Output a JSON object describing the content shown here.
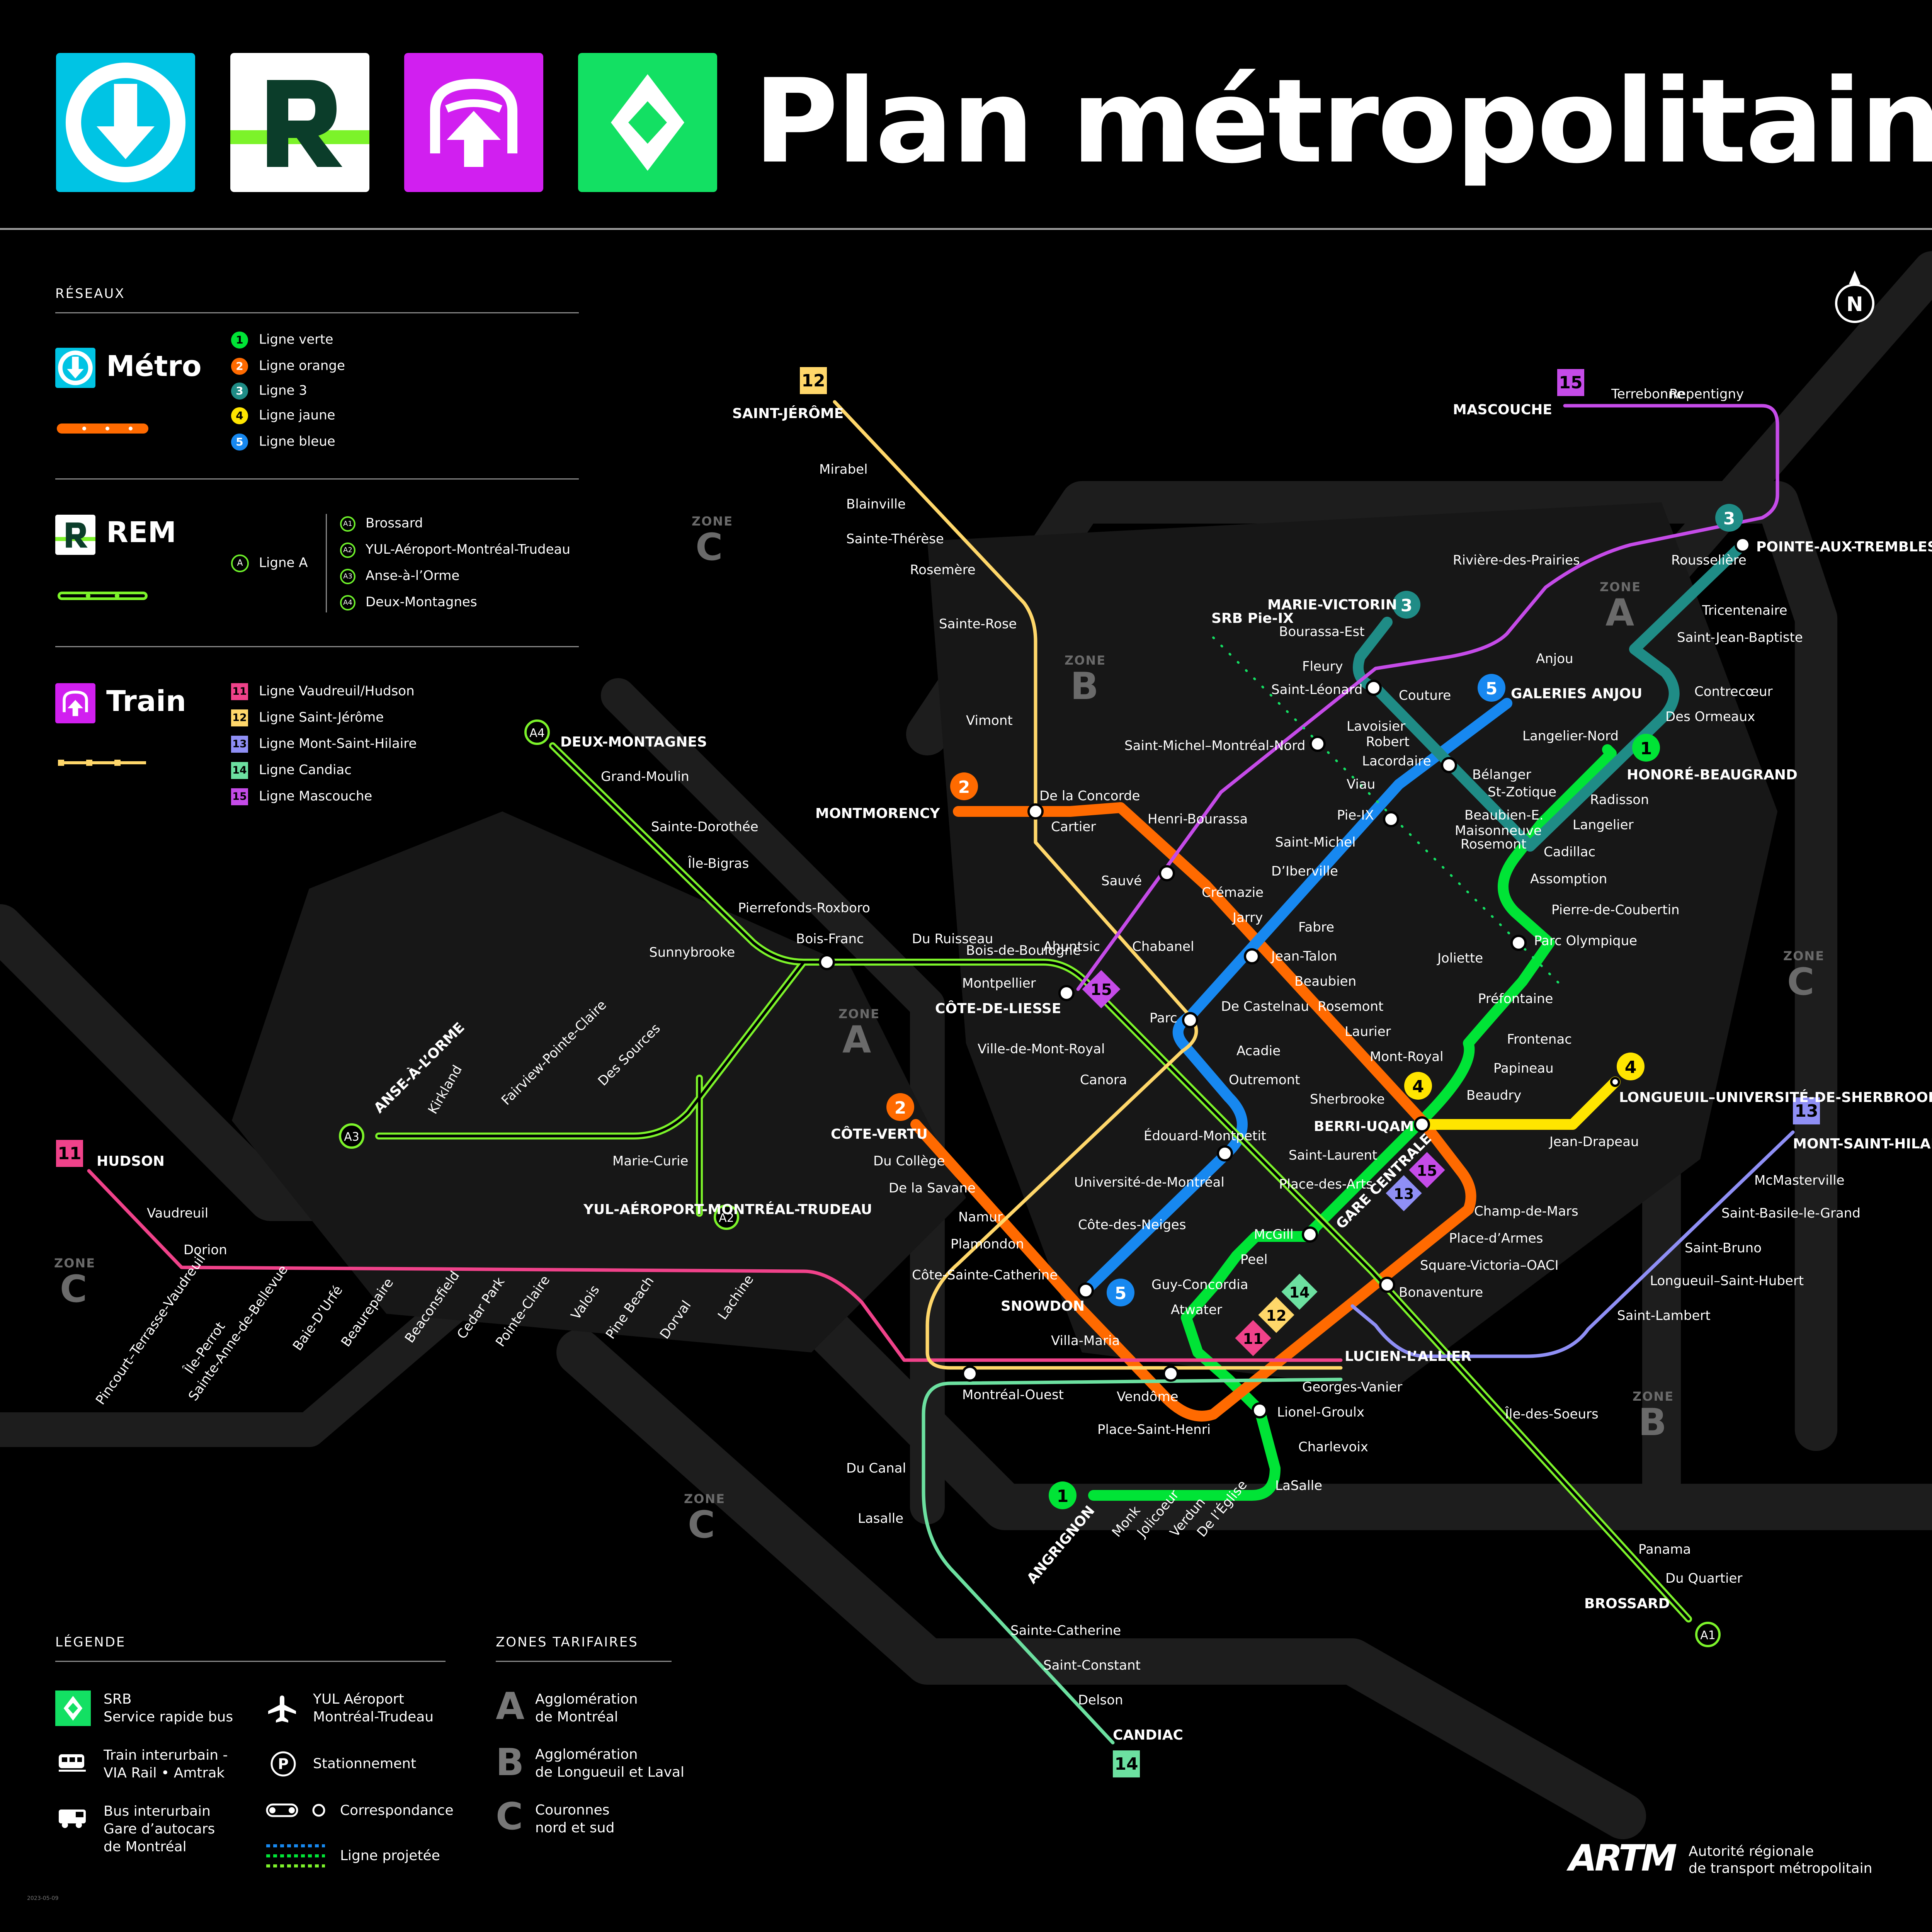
{
  "title": "Plan métropolitain",
  "colors": {
    "metro": "#00c4e4",
    "rem": "#7cf32a",
    "train": "#d11ff0",
    "srb": "#13e063",
    "verte": "#00e436",
    "orange": "#ff6a00",
    "l3": "#1f8c86",
    "jaune": "#ffe500",
    "bleue": "#1788f0",
    "t11": "#f0428a",
    "t12": "#ffd76a",
    "t13": "#8f8ff5",
    "t14": "#6ce0a0",
    "t15": "#c54be8"
  },
  "legend": {
    "reseaux_heading": "RÉSEAUX",
    "metro": {
      "name": "Métro",
      "lines": [
        {
          "num": "1",
          "label": "Ligne verte",
          "color": "#00e436"
        },
        {
          "num": "2",
          "label": "Ligne orange",
          "color": "#ff6a00"
        },
        {
          "num": "3",
          "label": "Ligne 3",
          "color": "#1f8c86"
        },
        {
          "num": "4",
          "label": "Ligne jaune",
          "color": "#ffe500"
        },
        {
          "num": "5",
          "label": "Ligne bleue",
          "color": "#1788f0"
        }
      ]
    },
    "rem": {
      "name": "REM",
      "line": {
        "num": "A",
        "label": "Ligne A"
      },
      "branches": [
        {
          "code": "A1",
          "label": "Brossard"
        },
        {
          "code": "A2",
          "label": "YUL-Aéroport-Montréal-Trudeau"
        },
        {
          "code": "A3",
          "label": "Anse-à-l’Orme"
        },
        {
          "code": "A4",
          "label": "Deux-Montagnes"
        }
      ]
    },
    "train": {
      "name": "Train",
      "lines": [
        {
          "num": "11",
          "label": "Ligne Vaudreuil/Hudson",
          "color": "#f0428a"
        },
        {
          "num": "12",
          "label": "Ligne Saint-Jérôme",
          "color": "#ffd76a"
        },
        {
          "num": "13",
          "label": "Ligne Mont-Saint-Hilaire",
          "color": "#8f8ff5"
        },
        {
          "num": "14",
          "label": "Ligne Candiac",
          "color": "#6ce0a0"
        },
        {
          "num": "15",
          "label": "Ligne Mascouche",
          "color": "#c54be8"
        }
      ]
    },
    "legende_heading": "LÉGENDE",
    "legende_items": [
      {
        "icon": "srb-icon",
        "text": "SRB\nService rapide bus"
      },
      {
        "icon": "train-intercity-icon",
        "text": "Train interurbain -\nVIA Rail • Amtrak"
      },
      {
        "icon": "bus-intercity-icon",
        "text": "Bus interurbain\nGare d’autocars\nde Montréal"
      },
      {
        "icon": "airplane-icon",
        "text": "YUL Aéroport\nMontréal-Trudeau"
      },
      {
        "icon": "parking-icon",
        "text": "Stationnement"
      },
      {
        "icon": "connection-icon",
        "text": "Correspondance"
      },
      {
        "icon": "projected-line-icon",
        "text": "Ligne projetée"
      }
    ],
    "zones_heading": "ZONES TARIFAIRES",
    "zones": [
      {
        "letter": "A",
        "text": "Agglomération\nde Montréal"
      },
      {
        "letter": "B",
        "text": "Agglomération\nde Longueuil et Laval"
      },
      {
        "letter": "C",
        "text": "Couronnes\nnord et sud"
      }
    ]
  },
  "map": {
    "zones": [
      {
        "zone": "ZONE",
        "letter": "C"
      },
      {
        "zone": "ZONE",
        "letter": "B"
      },
      {
        "zone": "ZONE",
        "letter": "A"
      },
      {
        "zone": "ZONE",
        "letter": "A"
      },
      {
        "zone": "ZONE",
        "letter": "C"
      },
      {
        "zone": "ZONE",
        "letter": "C"
      },
      {
        "zone": "ZONE",
        "letter": "C"
      },
      {
        "zone": "ZONE",
        "letter": "B"
      }
    ],
    "stations": [
      "SAINT-JÉRÔME",
      "Mirabel",
      "Blainville",
      "Sainte-Thérèse",
      "Rosemère",
      "Sainte-Rose",
      "Vimont",
      "MONTMORENCY",
      "De la Concorde",
      "Cartier",
      "Henri-Bourassa",
      "Sauvé",
      "Crémazie",
      "Jarry",
      "Bois-de-Boulogne",
      "Ahuntsic",
      "Chabanel",
      "Parc",
      "De Castelnau",
      "Jean-Talon",
      "Beaubien",
      "Rosemont",
      "Laurier",
      "Mont-Royal",
      "Sherbrooke",
      "BERRI-UQAM",
      "Saint-Laurent",
      "Place-des-Arts",
      "McGill",
      "Peel",
      "Guy-Concordia",
      "Atwater",
      "Lionel-Groulx",
      "Georges-Vanier",
      "Charlevoix",
      "LaSalle",
      "De l’Église",
      "Verdun",
      "Jolicoeur",
      "Monk",
      "ANGRIGNON",
      "Place-Saint-Henri",
      "Vendôme",
      "Villa-Maria",
      "SNOWDON",
      "Côte-Sainte-Catherine",
      "Plamondon",
      "Namur",
      "De la Savane",
      "Du Collège",
      "CÔTE-VERTU",
      "Côte-des-Neiges",
      "Université-de-Montréal",
      "Édouard-Montpetit",
      "Outremont",
      "Acadie",
      "Fabre",
      "D’Iberville",
      "Saint-Michel",
      "Pie-IX",
      "Viau",
      "Lacordaire",
      "Robert",
      "Lavoisier",
      "Couture",
      "Saint-Léonard",
      "Fleury",
      "Bourassa-Est",
      "MARIE-VICTORIN",
      "GALERIES ANJOU",
      "Langelier-Nord",
      "Bélanger",
      "St-Zotique",
      "Beaubien-E.",
      "Maisonneuve",
      "Rosemont",
      "Anjou",
      "Rivière-des-Prairies",
      "Rousselière",
      "POINTE-AUX-TREMBLES",
      "Tricentenaire",
      "Saint-Jean-Baptiste",
      "Contrecœur",
      "Des Ormeaux",
      "HONORÉ-BEAUGRAND",
      "Radisson",
      "Langelier",
      "Cadillac",
      "Assomption",
      "Pierre-de-Coubertin",
      "Parc Olympique",
      "Joliette",
      "Préfontaine",
      "Frontenac",
      "Papineau",
      "Beaudry",
      "LONGUEUIL–UNIVERSITÉ-DE-SHERBROOKE",
      "Jean-Drapeau",
      "Champ-de-Mars",
      "Place-d’Armes",
      "Square-Victoria–OACI",
      "Bonaventure",
      "GARE CENTRALE",
      "LUCIEN-L’ALLIER",
      "MASCOUCHE",
      "Terrebonne",
      "Repentigny",
      "Saint-Michel–Montréal-Nord",
      "DEUX-MONTAGNES",
      "Grand-Moulin",
      "Sainte-Dorothée",
      "Île-Bigras",
      "Pierrefonds-Roxboro",
      "Sunnybrooke",
      "Bois-Franc",
      "Du Ruisseau",
      "Montpellier",
      "CÔTE-DE-LIESSE",
      "Ville-de-Mont-Royal",
      "Canora",
      "ANSE-À-L’ORME",
      "Kirkland",
      "Fairview-Pointe-Claire",
      "Des Sources",
      "Marie-Curie",
      "YUL-AÉROPORT-MONTRÉAL-TRUDEAU",
      "HUDSON",
      "Vaudreuil",
      "Dorion",
      "Pincourt–Terrasse-Vaudreuil",
      "Île-Perrot",
      "Sainte-Anne-de-Bellevue",
      "Baie-D’Urfé",
      "Beaurepaire",
      "Beaconsfield",
      "Cedar Park",
      "Pointe-Claire",
      "Valois",
      "Pine Beach",
      "Dorval",
      "Lachine",
      "Montréal-Ouest",
      "Du Canal",
      "Lasalle",
      "Sainte-Catherine",
      "Saint-Constant",
      "Delson",
      "CANDIAC",
      "MONT-SAINT-HILAIRE",
      "McMasterville",
      "Saint-Basile-le-Grand",
      "Saint-Bruno",
      "Longueuil–Saint-Hubert",
      "Saint-Lambert",
      "Île-des-Soeurs",
      "Panama",
      "Du Quartier",
      "BROSSARD",
      "SRB Pie-IX"
    ]
  },
  "artm": {
    "word": "ARTM",
    "sub": "Autorité régionale\nde transport métropolitain"
  },
  "compass": "N",
  "date": "2023-05-09"
}
